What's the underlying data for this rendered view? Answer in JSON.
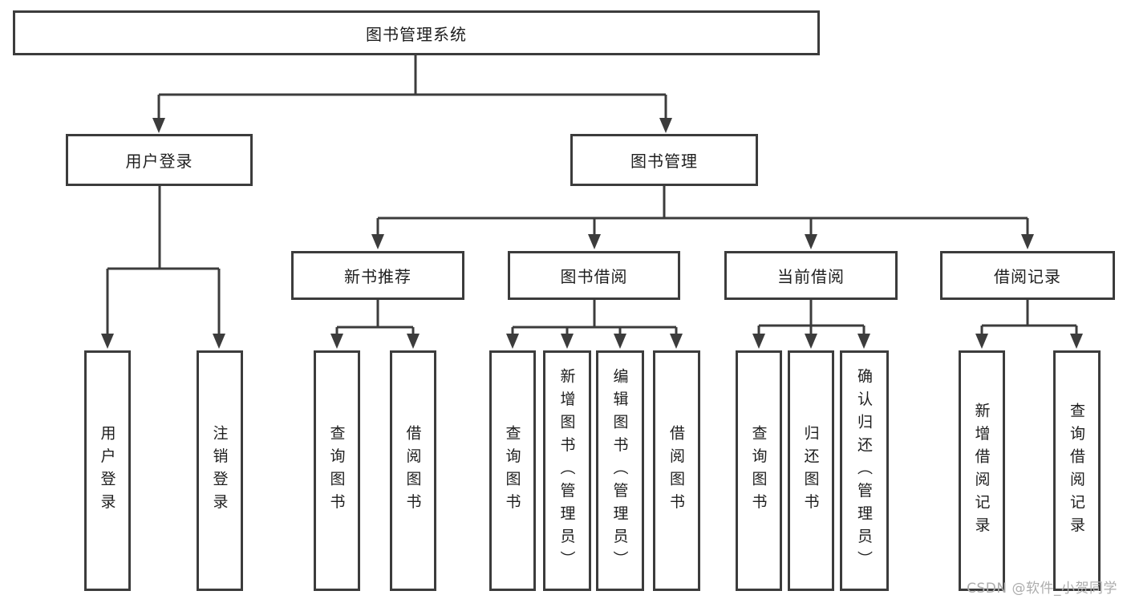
{
  "colors": {
    "line": "#3c3c3c",
    "text": "#1e1e1e",
    "watermark": "#adadad",
    "background": "#ffffff"
  },
  "tree": {
    "root": {
      "label": "图书管理系统"
    },
    "branches": [
      {
        "label": "用户登录",
        "children": [
          {
            "label": "用户登录"
          },
          {
            "label": "注销登录"
          }
        ]
      },
      {
        "label": "图书管理",
        "sections": [
          {
            "label": "新书推荐",
            "children": [
              {
                "label": "查询图书"
              },
              {
                "label": "借阅图书"
              }
            ]
          },
          {
            "label": "图书借阅",
            "children": [
              {
                "label": "查询图书"
              },
              {
                "label": "新增图书（管理员）"
              },
              {
                "label": "编辑图书（管理员）"
              },
              {
                "label": "借阅图书"
              }
            ]
          },
          {
            "label": "当前借阅",
            "children": [
              {
                "label": "查询图书"
              },
              {
                "label": "归还图书"
              },
              {
                "label": "确认归还（管理员）"
              }
            ]
          },
          {
            "label": "借阅记录",
            "children": [
              {
                "label": "新增借阅记录"
              },
              {
                "label": "查询借阅记录"
              }
            ]
          }
        ]
      }
    ]
  },
  "watermark": {
    "text": "CSDN @软件_小贺同学"
  }
}
